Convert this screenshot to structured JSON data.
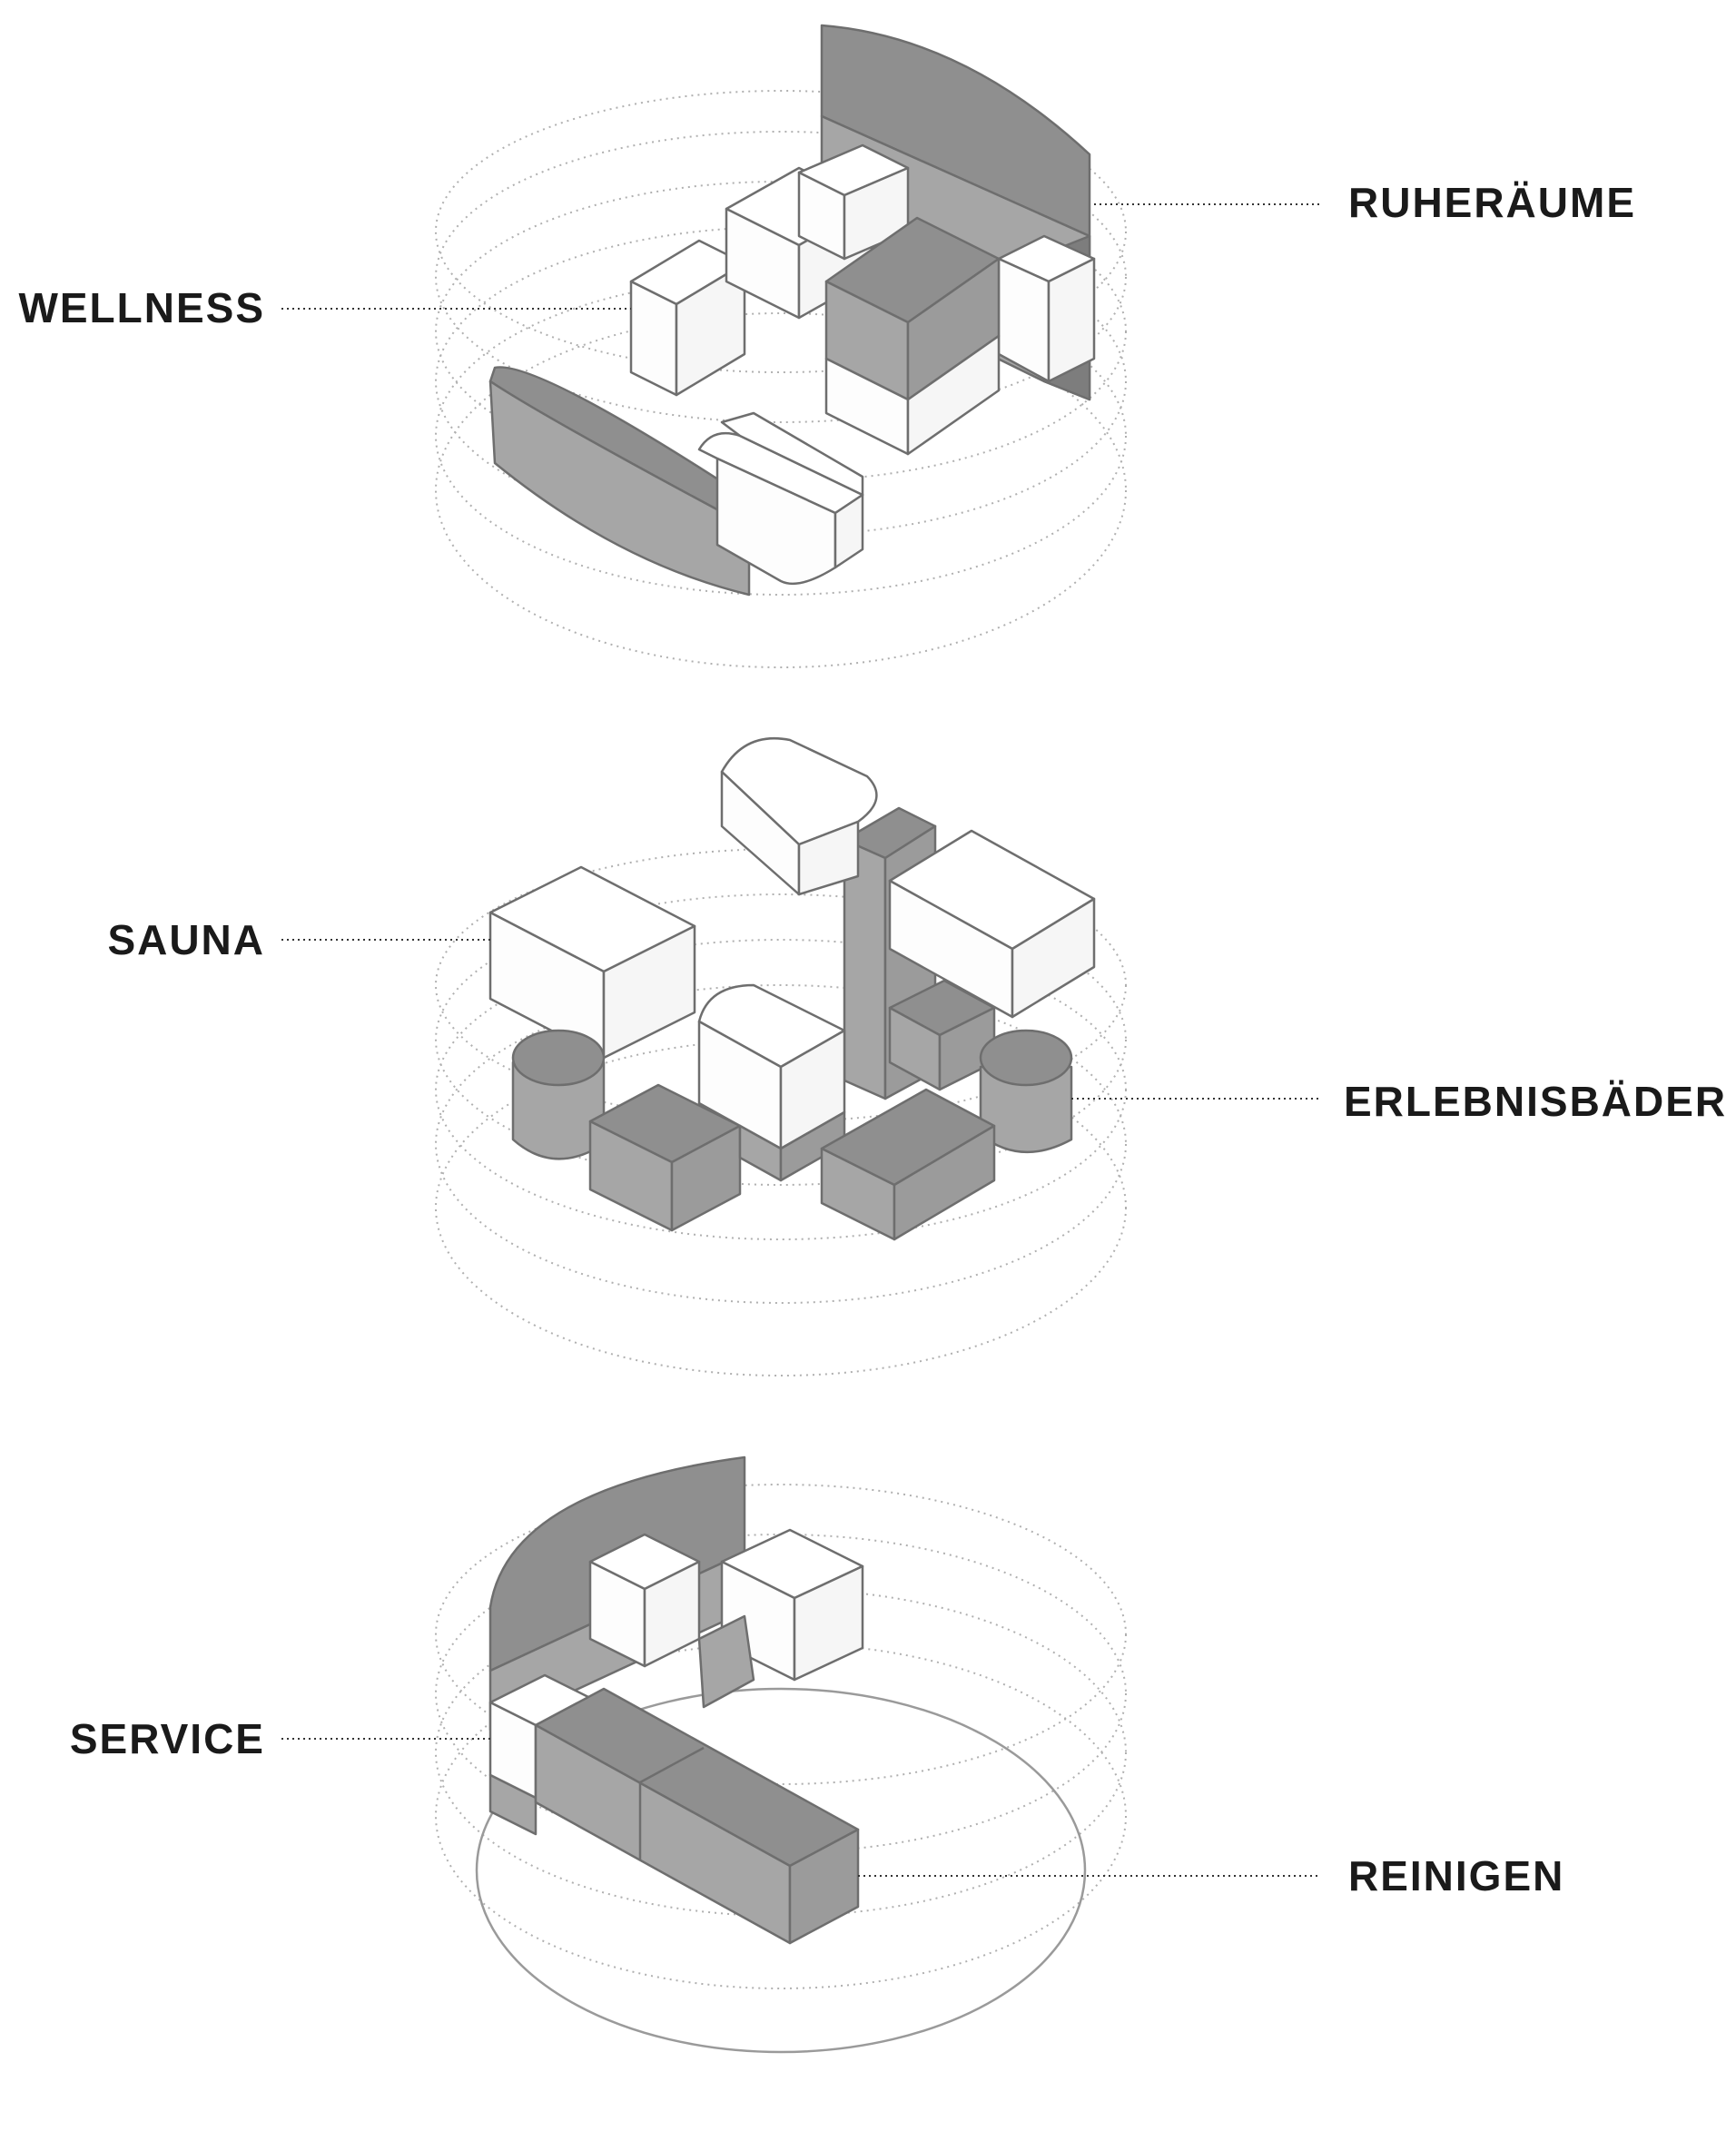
{
  "labels": {
    "ruheraeume": "RUHERÄUME",
    "wellness": "WELLNESS",
    "sauna": "SAUNA",
    "erlebnisbaeder": "ERLEBNISBÄDER",
    "service": "SERVICE",
    "reinigen": "REINIGEN"
  },
  "colors": {
    "shaded_volume": "#9b9b9b",
    "white_volume": "#ffffff",
    "outline": "#6e6e6e",
    "ring": "#b0b0b0",
    "text": "#1a1a1a"
  }
}
